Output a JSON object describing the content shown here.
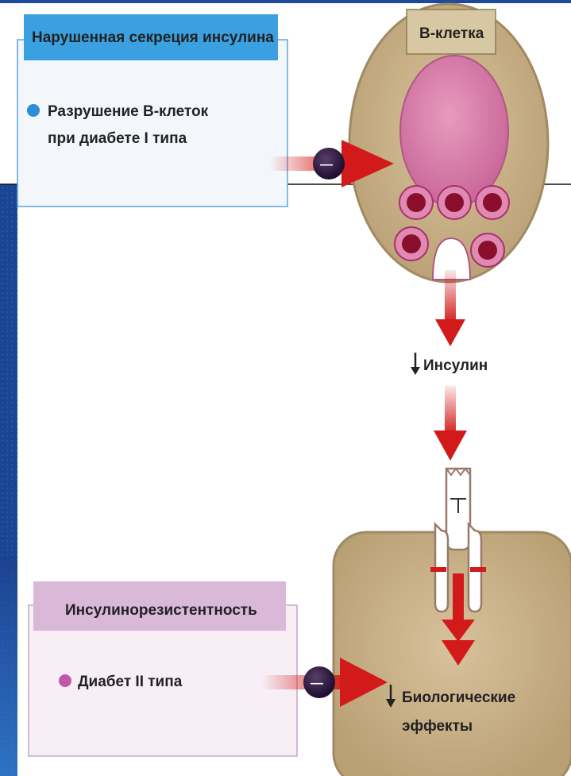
{
  "secretion_box": {
    "title": "Нарушенная секреция инсулина",
    "bullet_text_line1": "Разрушение В-клеток",
    "bullet_text_line2": "при диабете I типа",
    "bullet_color": "#2a8fd8"
  },
  "b_cell": {
    "label": "В-клетка"
  },
  "insulin": {
    "label": "Инсулин"
  },
  "resistance_box": {
    "title": "Инсулинорезистентность",
    "bullet_text": "Диабет II типа",
    "bullet_color": "#c05aa8"
  },
  "target_cell": {
    "effects_line1": "Биологические",
    "effects_line2": "эффекты"
  },
  "inhibitor_symbol": "—",
  "colors": {
    "background": "#1d4a9a",
    "cell_fill": "#cbb38c",
    "nucleus": "#d77aa6",
    "granule_dark": "#8a0f2c",
    "arrow_red": "#d31a1a",
    "panel_blue": "#3aa0e0",
    "panel_pink": "#d9b8d8"
  }
}
